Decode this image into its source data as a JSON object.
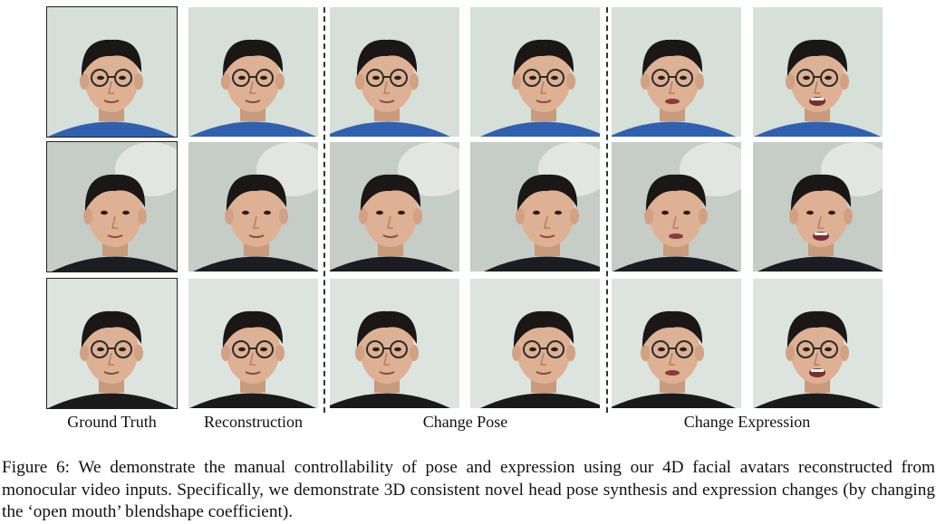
{
  "figure": {
    "column_labels": {
      "ground_truth": "Ground Truth",
      "reconstruction": "Reconstruction",
      "change_pose": "Change Pose",
      "change_expression": "Change Expression"
    },
    "caption": "Figure 6: We demonstrate the manual controllability of pose and expression using our 4D facial avatars reconstructed from monocular video inputs. Specifically, we demonstrate 3D consistent novel head pose synthesis and expression changes (by changing the ‘open mouth’ blendshape coefficient).",
    "subjects": [
      {
        "shirt": "#3060b0",
        "background": "#d6dfd8",
        "glasses": true
      },
      {
        "shirt": "#1c1c22",
        "background": "#c6ccc6",
        "glasses": false
      },
      {
        "shirt": "#1a1a1a",
        "background": "#dde3df",
        "glasses": true
      }
    ],
    "frames": [
      {
        "group": "ground_truth",
        "mouth": "closed"
      },
      {
        "group": "reconstruction",
        "mouth": "closed"
      },
      {
        "group": "change_pose",
        "mouth": "closed"
      },
      {
        "group": "change_pose",
        "mouth": "closed"
      },
      {
        "group": "change_expression",
        "mouth": "slight"
      },
      {
        "group": "change_expression",
        "mouth": "open"
      }
    ]
  }
}
